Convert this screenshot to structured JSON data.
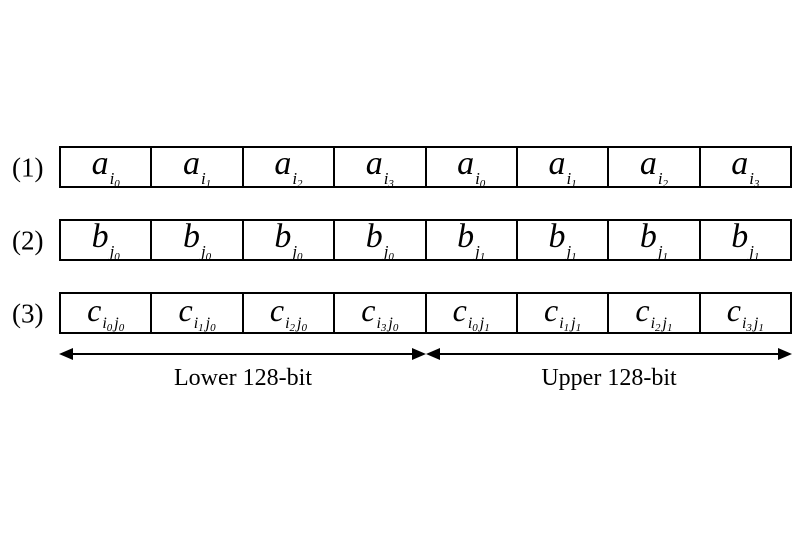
{
  "rows": [
    {
      "label": "(1)",
      "cells": [
        {
          "sym": "a",
          "subs": [
            {
              "base": "i",
              "idx": "0"
            }
          ]
        },
        {
          "sym": "a",
          "subs": [
            {
              "base": "i",
              "idx": "1"
            }
          ]
        },
        {
          "sym": "a",
          "subs": [
            {
              "base": "i",
              "idx": "2"
            }
          ]
        },
        {
          "sym": "a",
          "subs": [
            {
              "base": "i",
              "idx": "3"
            }
          ]
        },
        {
          "sym": "a",
          "subs": [
            {
              "base": "i",
              "idx": "0"
            }
          ]
        },
        {
          "sym": "a",
          "subs": [
            {
              "base": "i",
              "idx": "1"
            }
          ]
        },
        {
          "sym": "a",
          "subs": [
            {
              "base": "i",
              "idx": "2"
            }
          ]
        },
        {
          "sym": "a",
          "subs": [
            {
              "base": "i",
              "idx": "3"
            }
          ]
        }
      ]
    },
    {
      "label": "(2)",
      "cells": [
        {
          "sym": "b",
          "subs": [
            {
              "base": "j",
              "idx": "0"
            }
          ]
        },
        {
          "sym": "b",
          "subs": [
            {
              "base": "j",
              "idx": "0"
            }
          ]
        },
        {
          "sym": "b",
          "subs": [
            {
              "base": "j",
              "idx": "0"
            }
          ]
        },
        {
          "sym": "b",
          "subs": [
            {
              "base": "j",
              "idx": "0"
            }
          ]
        },
        {
          "sym": "b",
          "subs": [
            {
              "base": "j",
              "idx": "1"
            }
          ]
        },
        {
          "sym": "b",
          "subs": [
            {
              "base": "j",
              "idx": "1"
            }
          ]
        },
        {
          "sym": "b",
          "subs": [
            {
              "base": "j",
              "idx": "1"
            }
          ]
        },
        {
          "sym": "b",
          "subs": [
            {
              "base": "j",
              "idx": "1"
            }
          ]
        }
      ]
    },
    {
      "label": "(3)",
      "cells": [
        {
          "sym": "c",
          "subs": [
            {
              "base": "i",
              "idx": "0"
            },
            {
              "base": "j",
              "idx": "0"
            }
          ]
        },
        {
          "sym": "c",
          "subs": [
            {
              "base": "i",
              "idx": "1"
            },
            {
              "base": "j",
              "idx": "0"
            }
          ]
        },
        {
          "sym": "c",
          "subs": [
            {
              "base": "i",
              "idx": "2"
            },
            {
              "base": "j",
              "idx": "0"
            }
          ]
        },
        {
          "sym": "c",
          "subs": [
            {
              "base": "i",
              "idx": "3"
            },
            {
              "base": "j",
              "idx": "0"
            }
          ]
        },
        {
          "sym": "c",
          "subs": [
            {
              "base": "i",
              "idx": "0"
            },
            {
              "base": "j",
              "idx": "1"
            }
          ]
        },
        {
          "sym": "c",
          "subs": [
            {
              "base": "i",
              "idx": "1"
            },
            {
              "base": "j",
              "idx": "1"
            }
          ]
        },
        {
          "sym": "c",
          "subs": [
            {
              "base": "i",
              "idx": "2"
            },
            {
              "base": "j",
              "idx": "1"
            }
          ]
        },
        {
          "sym": "c",
          "subs": [
            {
              "base": "i",
              "idx": "3"
            },
            {
              "base": "j",
              "idx": "1"
            }
          ]
        }
      ]
    }
  ],
  "brackets": {
    "lower_label": "Lower 128-bit",
    "upper_label": "Upper 128-bit"
  },
  "colors": {
    "line": "#000000",
    "background": "#ffffff"
  }
}
